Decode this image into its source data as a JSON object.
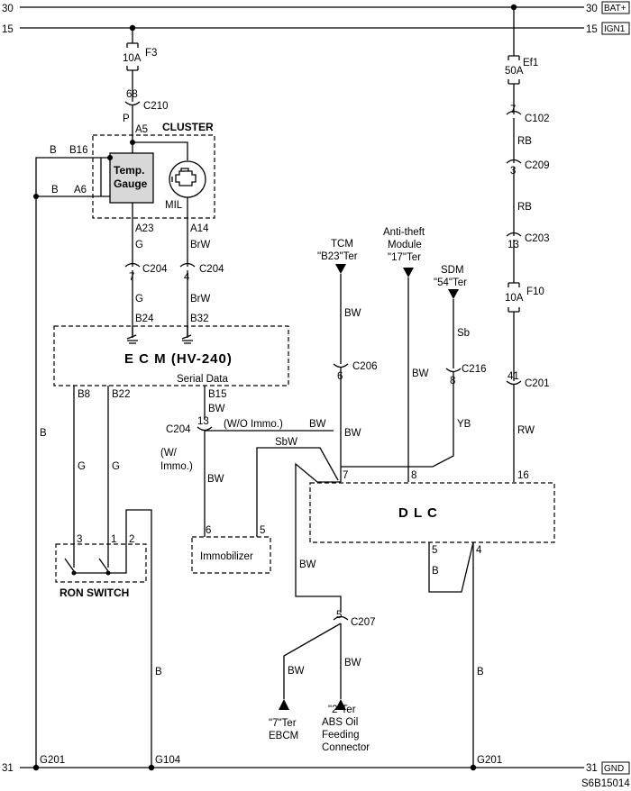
{
  "rails": {
    "bat_num_left": "30",
    "bat_num_right": "30",
    "bat_label": "BAT+",
    "ign_num_left": "15",
    "ign_num_right": "15",
    "ign_label": "IGN1",
    "gnd_num_left": "31",
    "gnd_num_right": "31",
    "gnd_label": "GND"
  },
  "fuses": {
    "f3": {
      "rating": "10A",
      "name": "F3"
    },
    "ef1": {
      "rating": "50A",
      "name": "Ef1"
    },
    "f10": {
      "rating": "10A",
      "name": "F10"
    }
  },
  "connectors": {
    "c210": {
      "pin": "68",
      "name": "C210"
    },
    "c102": {
      "pin": "7",
      "name": "C102"
    },
    "c209": {
      "pin": "3",
      "name": "C209"
    },
    "c203": {
      "pin": "13",
      "name": "C203"
    },
    "c201": {
      "pin": "41",
      "name": "C201"
    },
    "c204a": {
      "pin": "7",
      "name": "C204"
    },
    "c204b": {
      "pin": "4",
      "name": "C204"
    },
    "c204c": {
      "pin": "13",
      "name": "C204"
    },
    "c206": {
      "pin": "6",
      "name": "C206"
    },
    "c216": {
      "pin": "8",
      "name": "C216"
    },
    "c207": {
      "pin": "5",
      "name": "C207"
    }
  },
  "cluster": {
    "title": "CLUSTER",
    "gauge_line1": "Temp.",
    "gauge_line2": "Gauge",
    "mil": "MIL",
    "pin_a5": "A5",
    "pin_b16": "B16",
    "pin_a6": "A6",
    "pin_a23": "A23",
    "pin_a14": "A14"
  },
  "ecm": {
    "title": "E C M (HV-240)",
    "serial": "Serial Data",
    "pin_b24": "B24",
    "pin_b32": "B32",
    "pin_b8": "B8",
    "pin_b22": "B22",
    "pin_b15": "B15"
  },
  "dlc": {
    "title": "D L C",
    "pin_7": "7",
    "pin_8": "8",
    "pin_16": "16",
    "pin_5": "5",
    "pin_4": "4"
  },
  "ron_switch": {
    "title": "RON SWITCH",
    "pin_3": "3",
    "pin_1": "1",
    "pin_2": "2"
  },
  "immobilizer": {
    "title": "Immobilizer",
    "pin_6": "6",
    "pin_5": "5"
  },
  "wires": {
    "p": "P",
    "b_b16": "B",
    "b_a6": "B",
    "g_a23": "G",
    "brw_a14": "BrW",
    "g_ecm": "G",
    "brw_ecm": "BrW",
    "g_b8": "G",
    "g_b22": "G",
    "b_left": "B",
    "bw_b15": "BW",
    "bw_imm": "BW",
    "wo_immo": "(W/O Immo.)",
    "bw_wo": "BW",
    "w_immo_1": "(W/",
    "w_immo_2": "Immo.)",
    "sbw": "SbW",
    "bw_tcm1": "BW",
    "bw_tcm2": "BW",
    "bw_antitheft": "BW",
    "sb": "Sb",
    "yb": "YB",
    "rb1": "RB",
    "rb2": "RB",
    "rw": "RW",
    "b_dlc5": "B",
    "b_dlc4": "B",
    "bw_c207": "BW",
    "bw_ebcm": "BW",
    "bw_abs": "BW",
    "b_ron": "B"
  },
  "modules": {
    "tcm_1": "TCM",
    "tcm_2": "\"B23\"Ter",
    "antitheft_1": "Anti-theft",
    "antitheft_2": "Module",
    "antitheft_3": "\"17\"Ter",
    "sdm_1": "SDM",
    "sdm_2": "\"54\"Ter",
    "ebcm_1": "\"7\"Ter",
    "ebcm_2": "EBCM",
    "abs_1": "\"2\"Ter",
    "abs_2": "ABS Oil",
    "abs_3": "Feeding",
    "abs_4": "Connector"
  },
  "grounds": {
    "g201_left": "G201",
    "g104": "G104",
    "g201_right": "G201"
  },
  "diagram_id": "S6B15014"
}
